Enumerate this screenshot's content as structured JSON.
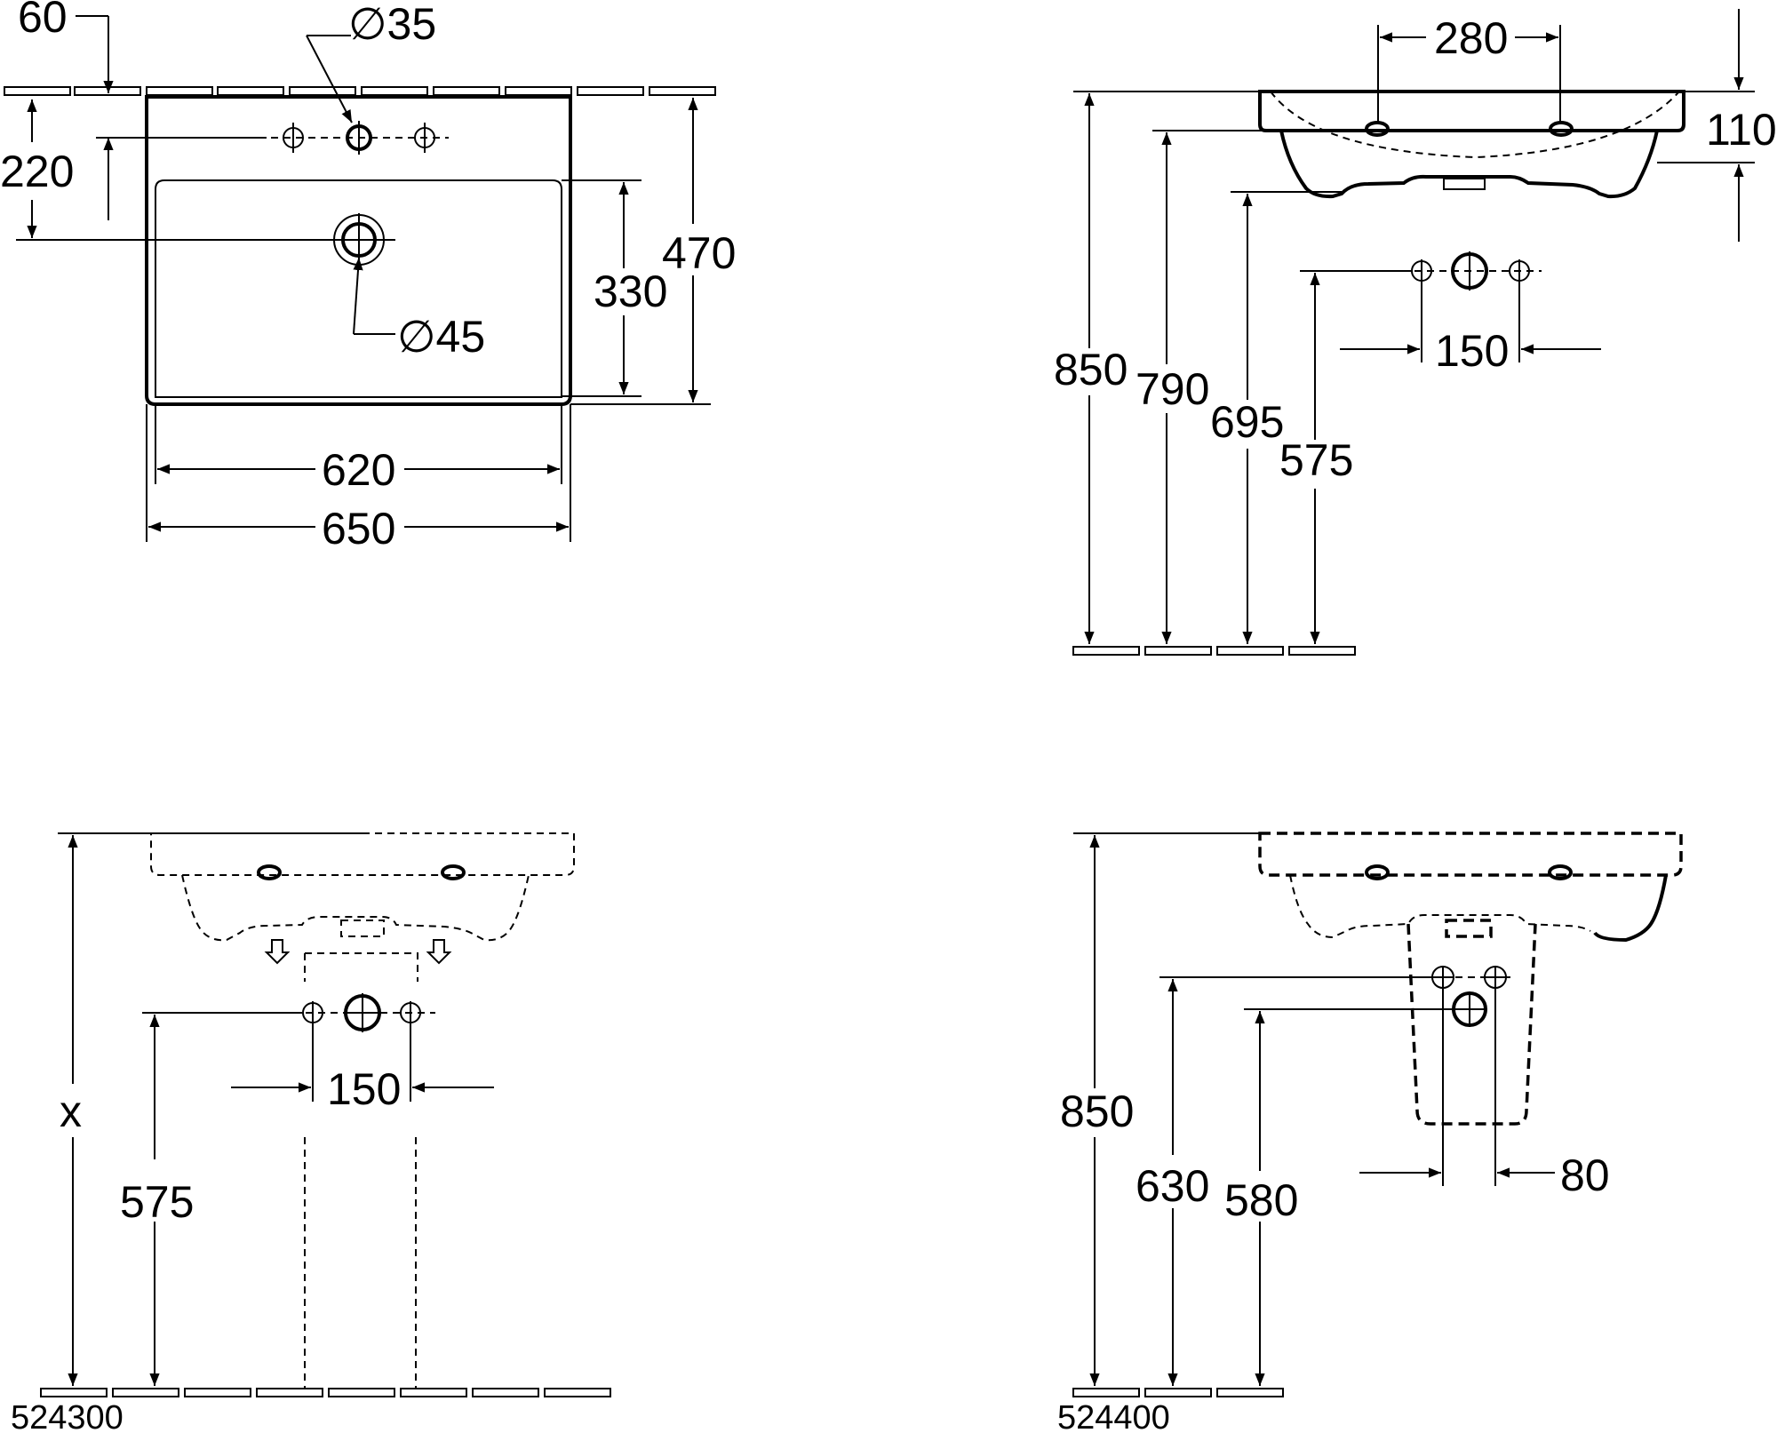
{
  "top_view": {
    "dims": {
      "d60": "60",
      "d35": "∅35",
      "d220": "220",
      "d330": "330",
      "d470": "470",
      "d45": "∅45",
      "d620": "620",
      "d650": "650"
    }
  },
  "side_view": {
    "dims": {
      "d280": "280",
      "d110": "110",
      "d150": "150",
      "d850": "850",
      "d790": "790",
      "d695": "695",
      "d575": "575"
    }
  },
  "front_pedestal": {
    "dims": {
      "x": "x",
      "d150": "150",
      "d575": "575"
    },
    "product_code": "524300"
  },
  "front_semipedestal": {
    "dims": {
      "d850": "850",
      "d630": "630",
      "d580": "580",
      "d80": "80"
    },
    "product_code": "524400"
  }
}
